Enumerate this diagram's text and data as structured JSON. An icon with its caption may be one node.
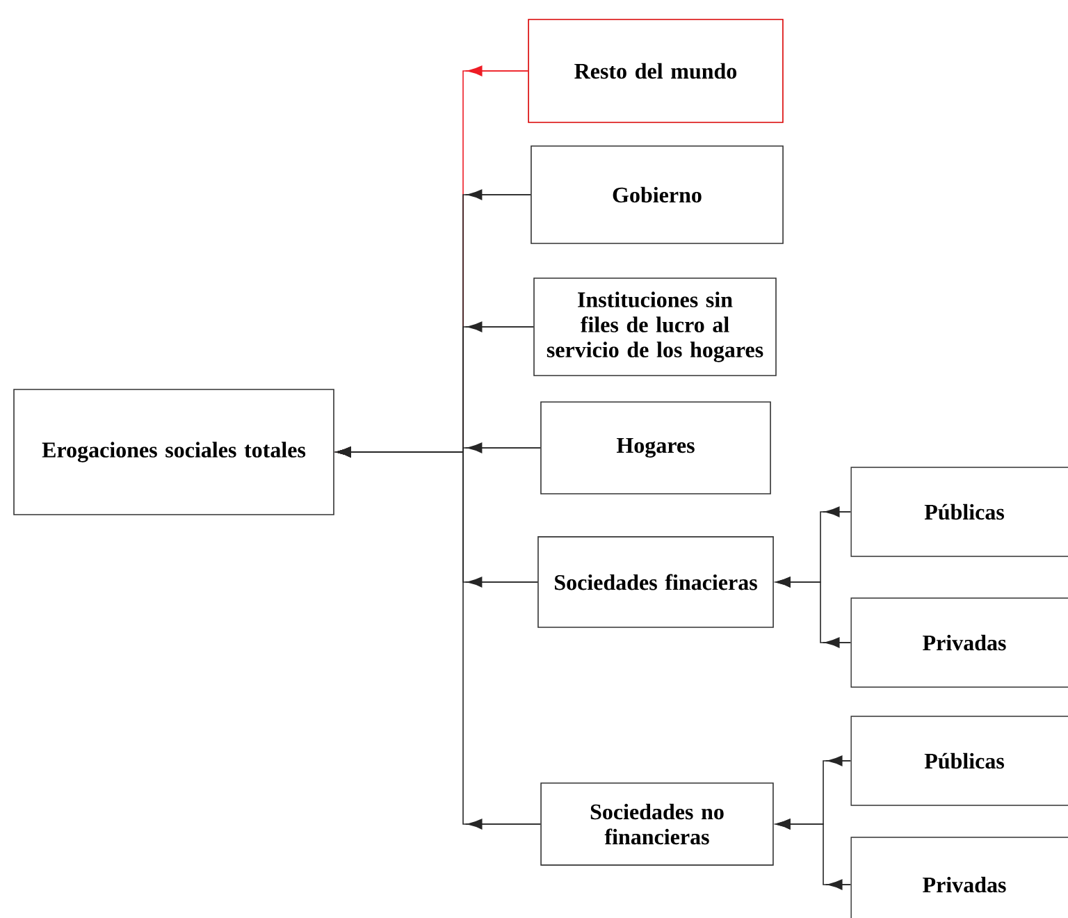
{
  "diagram": {
    "nodes": [
      {
        "text": [
          "Erogaciones sociales totales"
        ]
      },
      {
        "text": [
          "Resto del mundo"
        ]
      },
      {
        "text": [
          "Gobierno"
        ]
      },
      {
        "text": [
          "Instituciones sin files de lucro al servicio de los hogares"
        ]
      },
      {
        "text": [
          "Hogares"
        ]
      },
      {
        "text": [
          "Sociedades finacieras"
        ]
      },
      {
        "text": [
          "Públicas"
        ]
      },
      {
        "text": [
          "Privadas"
        ]
      },
      {
        "text": [
          "Sociedades no financieras"
        ]
      },
      {
        "text": [
          "Públicas"
        ]
      },
      {
        "text": [
          "Privadas"
        ]
      }
    ],
    "edges": [
      {
        "from": 1,
        "to": 0,
        "arrow": "to",
        "color": "#ee1c25"
      },
      {
        "from": 2,
        "to": 0,
        "arrow": "to"
      },
      {
        "from": 3,
        "to": 0,
        "arrow": "to"
      },
      {
        "from": 4,
        "to": 0,
        "arrow": "to"
      },
      {
        "from": 5,
        "to": 0,
        "arrow": "to"
      },
      {
        "from": 8,
        "to": 0,
        "arrow": "to"
      },
      {
        "from": 6,
        "to": 5,
        "arrow": "to"
      },
      {
        "from": 7,
        "to": 5,
        "arrow": "to"
      },
      {
        "from": 9,
        "to": 8,
        "arrow": "to"
      },
      {
        "from": 10,
        "to": 8,
        "arrow": "to"
      }
    ]
  }
}
